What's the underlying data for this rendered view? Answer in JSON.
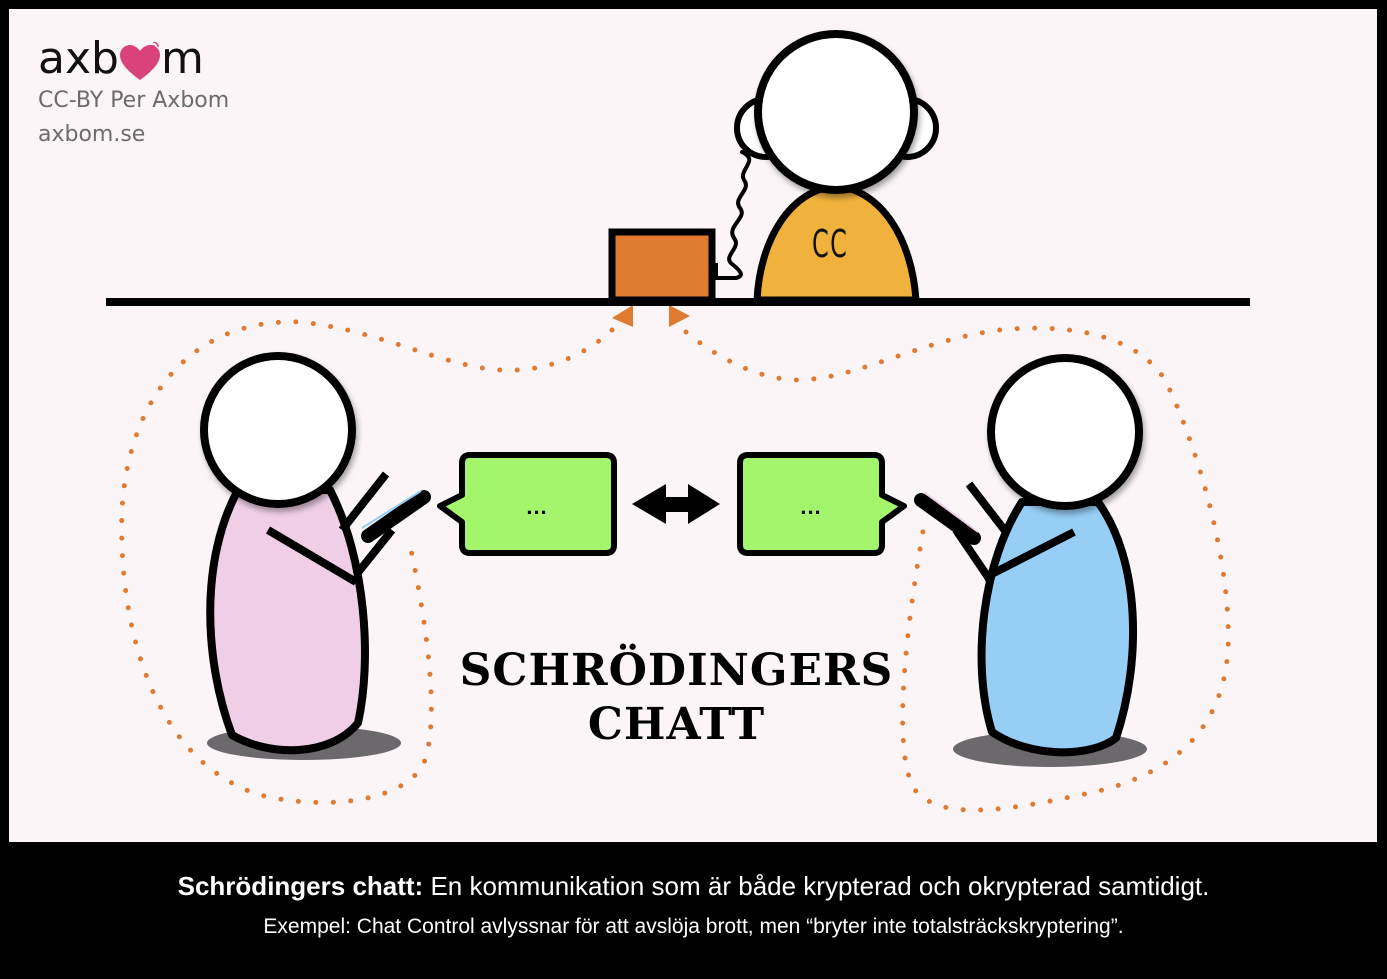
{
  "branding": {
    "logo_text_left": "axb",
    "logo_text_right": "m",
    "logo_heart_color": "#D9427A",
    "license": "CC-BY Per Axbom",
    "website": "axbom.se"
  },
  "illustration": {
    "title_line_1": "SCHRÖDINGERS",
    "title_line_2": "CHATT",
    "eavesdropper_label": "CC",
    "left_bubble_text": "...",
    "right_bubble_text": "...",
    "colors": {
      "background": "#FBF5F8",
      "eavesdropper_body": "#F0B23C",
      "interception_box": "#E07A30",
      "dotted_path": "#E07A30",
      "left_person_body": "#F0CFE6",
      "right_person_body": "#97CEF5",
      "chat_bubble": "#A3F56C",
      "shadow": "#6B696C"
    }
  },
  "caption": {
    "headline_bold": "Schrödingers chatt:",
    "headline_rest": " En kommunikation som är både krypterad och okrypterad samtidigt.",
    "subline": "Exempel: Chat Control avlyssnar för att avslöja brott, men “bryter inte totalsträckskryptering”."
  }
}
